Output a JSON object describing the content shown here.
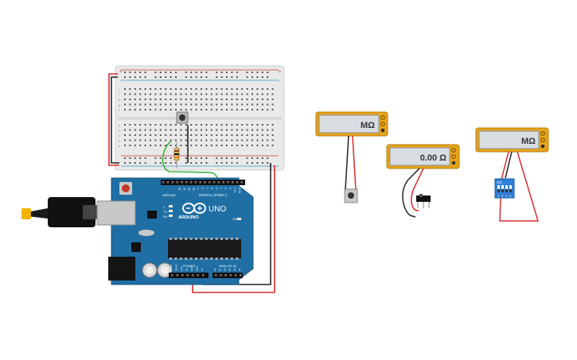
{
  "board": {
    "brand": "ARDUINO",
    "model": "UNO",
    "digital_label": "DIGITAL (PWM~)",
    "power_label": "POWER",
    "analog_label": "ANALOG IN",
    "tx_label": "TX",
    "rx_label": "RX",
    "l_label": "L",
    "on_label": "ON",
    "aref_label": "AREF",
    "gnd_label": "GND",
    "digital_pins": [
      "13",
      "12",
      "~11",
      "~10",
      "~9",
      "8",
      "7",
      "~6",
      "~5",
      "4",
      "~3",
      "2",
      "TX 1",
      "RX 0"
    ],
    "power_pins": [
      "IOREF",
      "RESET",
      "3.3V",
      "5V",
      "GND",
      "GND",
      "Vin"
    ],
    "analog_pins": [
      "A0",
      "A1",
      "A2",
      "A3",
      "A4",
      "A5"
    ]
  },
  "breadboard": {
    "rail_plus": "+",
    "rail_minus": "-",
    "row_letters_top": [
      "j",
      "i",
      "h",
      "g",
      "f"
    ],
    "row_letters_bottom": [
      "e",
      "d",
      "c",
      "b",
      "a"
    ]
  },
  "multimeters": [
    {
      "reading": "MΩ"
    },
    {
      "reading": "0.00 Ω"
    },
    {
      "reading": "MΩ"
    }
  ],
  "dip_switch": {
    "label": "ON",
    "numbers": [
      "1",
      "2",
      "3",
      "4"
    ]
  },
  "colors": {
    "board_blue": "#1f6fa5",
    "breadboard": "#e9e9e9",
    "multimeter_frame": "#e8a317",
    "multimeter_screen": "#d8dde2",
    "wire_red": "#d62d2d",
    "wire_black": "#222222",
    "wire_green": "#3db53d",
    "dip_blue": "#2f7fd8"
  }
}
